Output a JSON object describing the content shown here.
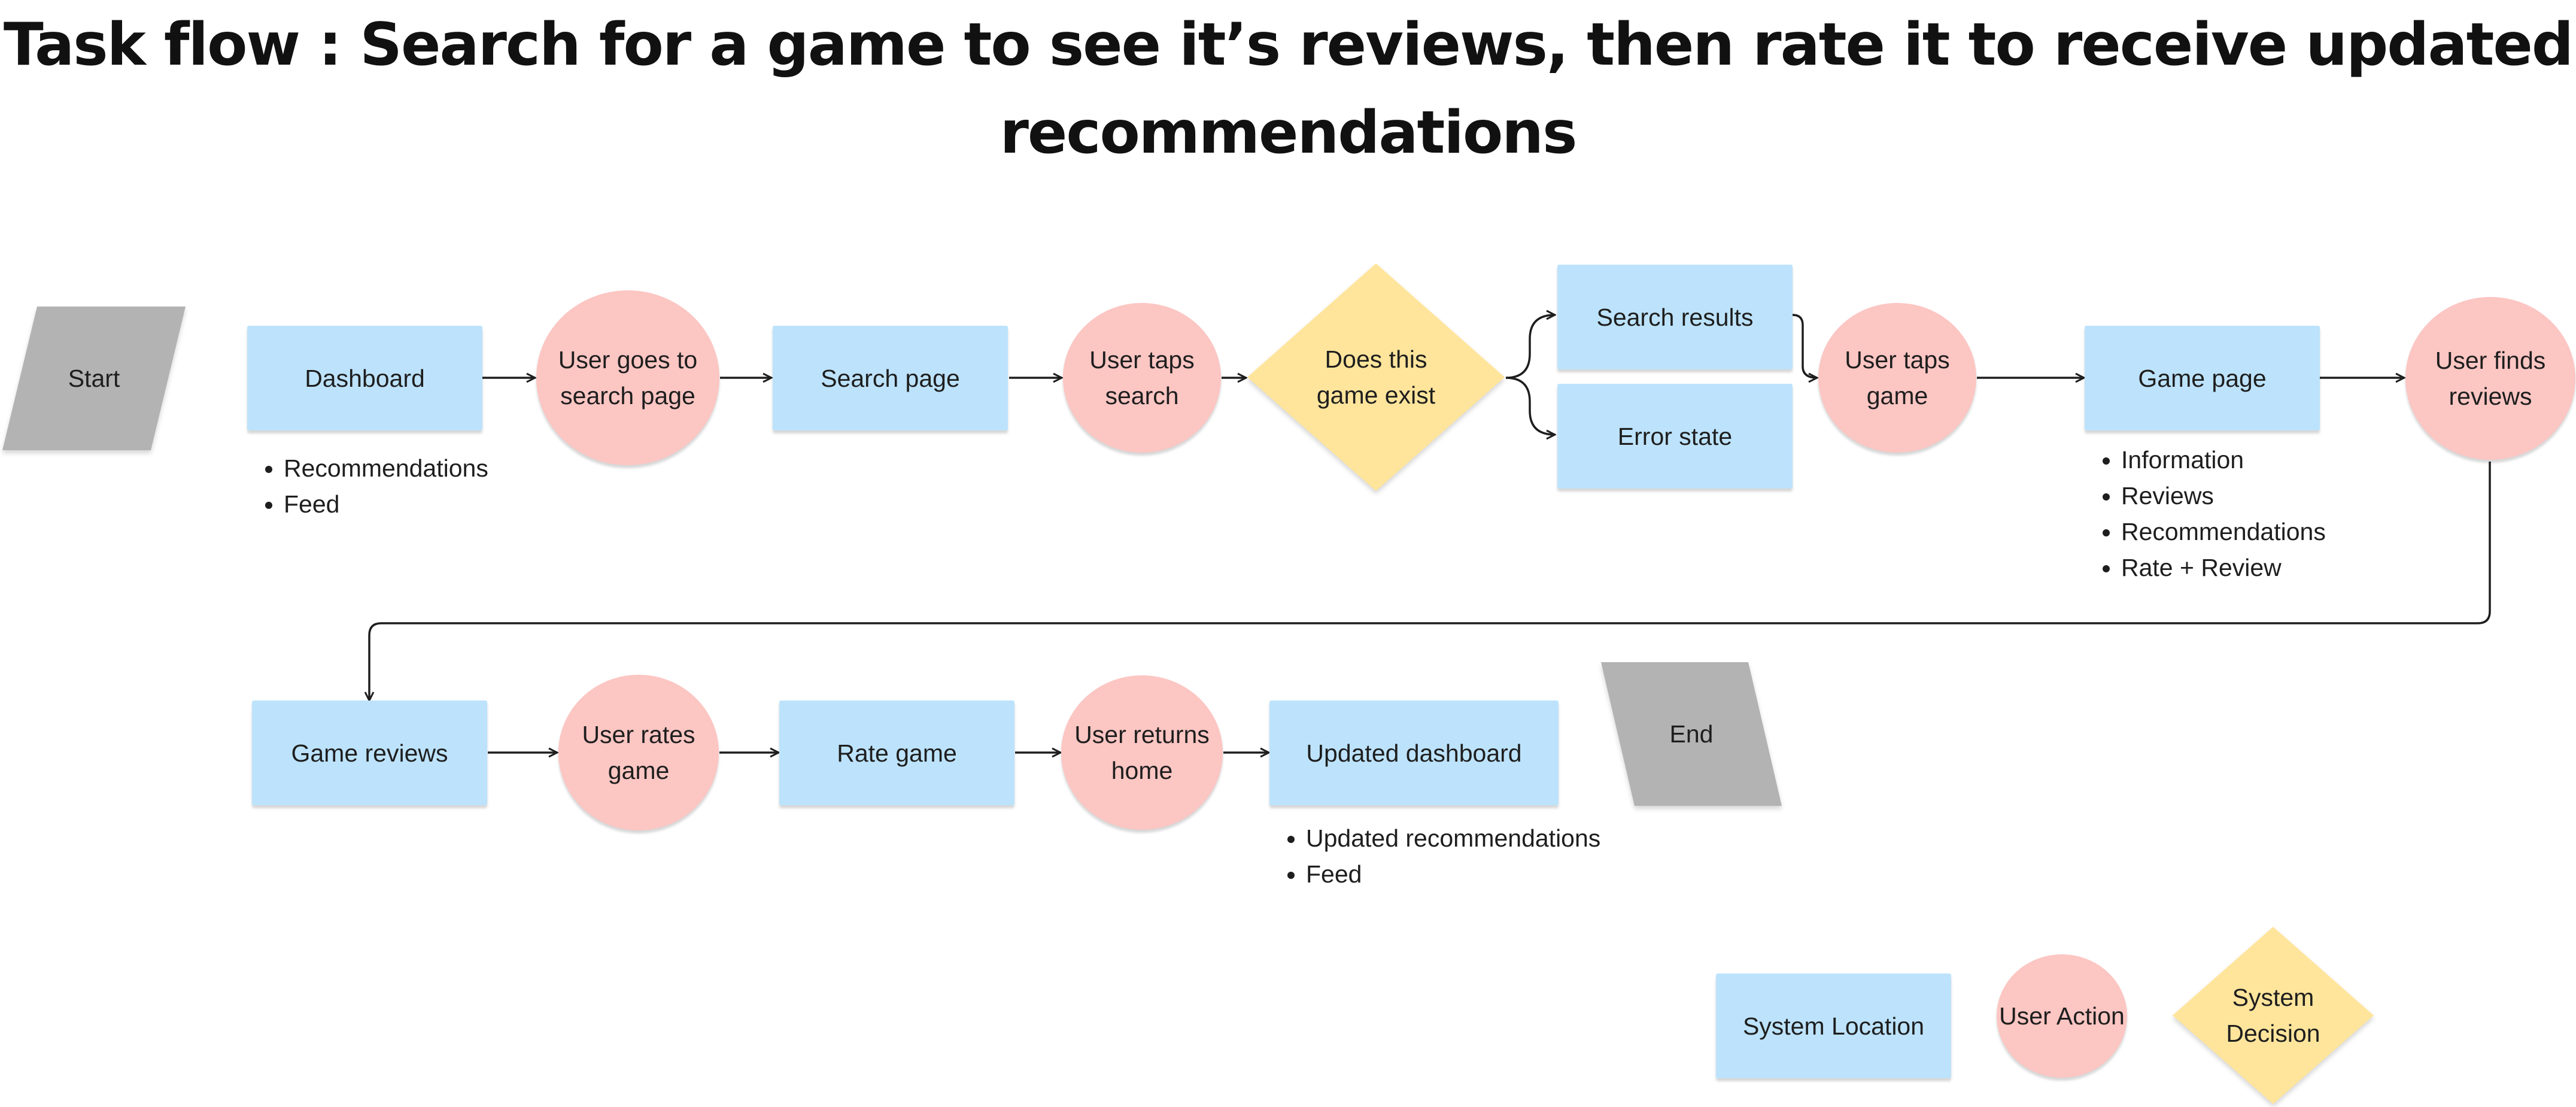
{
  "title": "Task flow : Search for a game to see it’s reviews, then rate it to receive updated recommendations",
  "colors": {
    "system_location": "#bde3fc",
    "user_action": "#fcc6c3",
    "system_decision": "#ffe59c",
    "terminal": "#b3b3b3",
    "connector": "#1e1e1e"
  },
  "nodes": {
    "start": "Start",
    "dashboard": "Dashboard",
    "user_goes_search": [
      "User goes",
      "to search",
      "page"
    ],
    "search_page": "Search page",
    "user_taps_search": [
      "User taps",
      "search"
    ],
    "game_exists": [
      "Does this",
      "game exist"
    ],
    "search_results": "Search results",
    "error_state": "Error state",
    "user_taps_game": [
      "User taps",
      "game"
    ],
    "game_page": "Game page",
    "user_finds_reviews": [
      "User finds",
      "reviews"
    ],
    "game_reviews": "Game reviews",
    "user_rates_game": [
      "User rates",
      "game"
    ],
    "rate_game": "Rate game",
    "user_returns_home": [
      "User",
      "returns",
      "home"
    ],
    "updated_dashboard": "Updated dashboard",
    "end": "End"
  },
  "notes": {
    "dashboard": [
      "Recommendations",
      "Feed"
    ],
    "game_page": [
      "Information",
      "Reviews",
      "Recommendations",
      "Rate + Review"
    ],
    "updated_dashboard": [
      "Updated recommendations",
      "Feed"
    ]
  },
  "legend": {
    "system_location": "System Location",
    "user_action": [
      "User",
      "Action"
    ],
    "system_decision": [
      "System",
      "Decision"
    ]
  }
}
